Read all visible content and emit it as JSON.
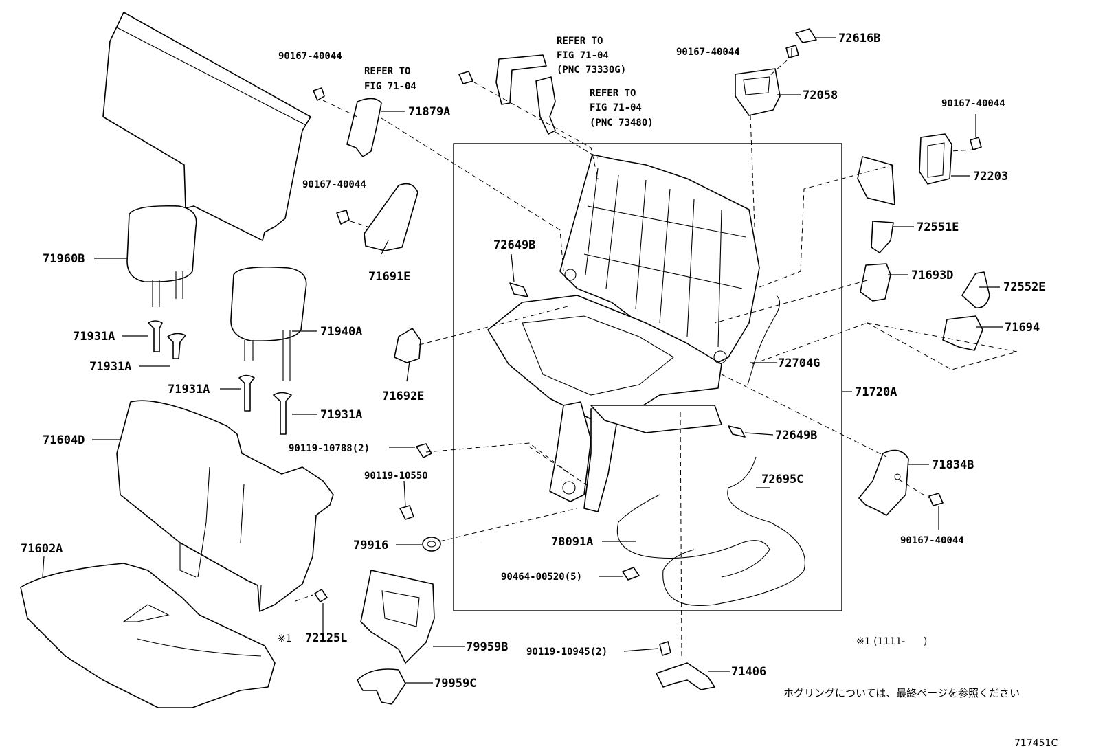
{
  "diagram": {
    "labels": {
      "p71960B": "71960B",
      "p71931A_1": "71931A",
      "p71931A_2": "71931A",
      "p71931A_3": "71931A",
      "p71931A_4": "71931A",
      "p71940A": "71940A",
      "p71604D": "71604D",
      "p71602A": "71602A",
      "p90167_1": "90167-40044",
      "p71879A": "71879A",
      "p90167_2": "90167-40044",
      "p71691E": "71691E",
      "p71692E": "71692E",
      "p72649B_1": "72649B",
      "p90119_10788": "90119-10788(2)",
      "p90119_10550": "90119-10550",
      "p79916": "79916",
      "p72125L": "72125L",
      "note_mark": "※1",
      "p79959B": "79959B",
      "p79959C": "79959C",
      "p78091A": "78091A",
      "p90464": "90464-00520(5)",
      "p90119_10945": "90119-10945(2)",
      "p71406": "71406",
      "p72695C": "72695C",
      "p72649B_2": "72649B",
      "p72704G": "72704G",
      "p71720A": "71720A",
      "p72616B": "72616B",
      "p90167_3": "90167-40044",
      "p72058": "72058",
      "p90167_4": "90167-40044",
      "p72203": "72203",
      "p72551E": "72551E",
      "p71693D": "71693D",
      "p72552E": "72552E",
      "p71694": "71694",
      "p71834B": "71834B",
      "p90167_5": "90167-40044"
    },
    "refs": {
      "ref1_l1": "REFER TO",
      "ref1_l2": "FIG 71-04",
      "ref2_l1": "REFER TO",
      "ref2_l2": "FIG 71-04",
      "ref2_l3": "(PNC 73330G)",
      "ref3_l1": "REFER TO",
      "ref3_l2": "FIG 71-04",
      "ref3_l3": "(PNC 73480)"
    },
    "note_range": "※1 (1111-      )",
    "japanese_note": "ホグリングについては、最終ページを参照ください",
    "figure_code": "717451C"
  }
}
